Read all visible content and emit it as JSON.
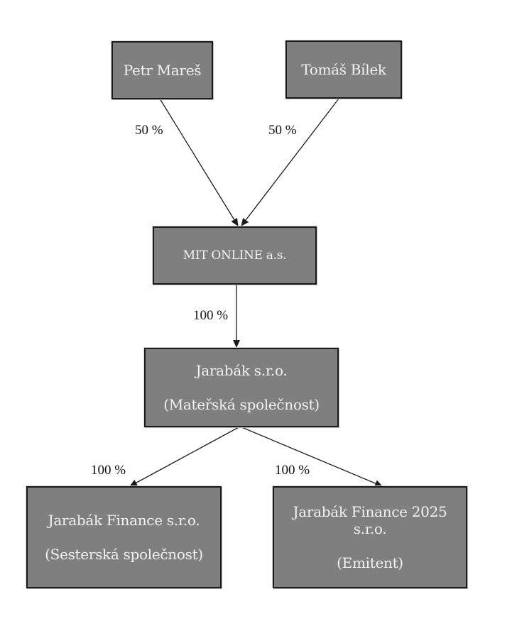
{
  "diagram": {
    "type": "ownership-structure",
    "colors": {
      "node_fill": "#7f7f7f",
      "node_border": "#1a1a1a",
      "node_text": "#f2f2f2",
      "edge": "#1a1a1a",
      "label_text": "#111111"
    },
    "nodes": [
      {
        "id": "petr",
        "lines": [
          "Petr Mareš"
        ]
      },
      {
        "id": "tomas",
        "lines": [
          "Tomáš Bílek"
        ]
      },
      {
        "id": "mit",
        "lines": [
          "MIT ONLINE a.s."
        ]
      },
      {
        "id": "jarabak",
        "lines": [
          "Jarabák s.r.o.",
          "(Mateřská společnost)"
        ]
      },
      {
        "id": "finance",
        "lines": [
          "Jarabák Finance s.r.o.",
          "(Sesterská společnost)"
        ]
      },
      {
        "id": "finance2025",
        "lines": [
          "Jarabák Finance 2025",
          "s.r.o.",
          "(Emitent)"
        ]
      }
    ],
    "edges": [
      {
        "from": "petr",
        "to": "mit",
        "label": "50 %"
      },
      {
        "from": "tomas",
        "to": "mit",
        "label": "50 %"
      },
      {
        "from": "mit",
        "to": "jarabak",
        "label": "100 %"
      },
      {
        "from": "jarabak",
        "to": "finance",
        "label": "100 %"
      },
      {
        "from": "jarabak",
        "to": "finance2025",
        "label": "100 %"
      }
    ]
  }
}
